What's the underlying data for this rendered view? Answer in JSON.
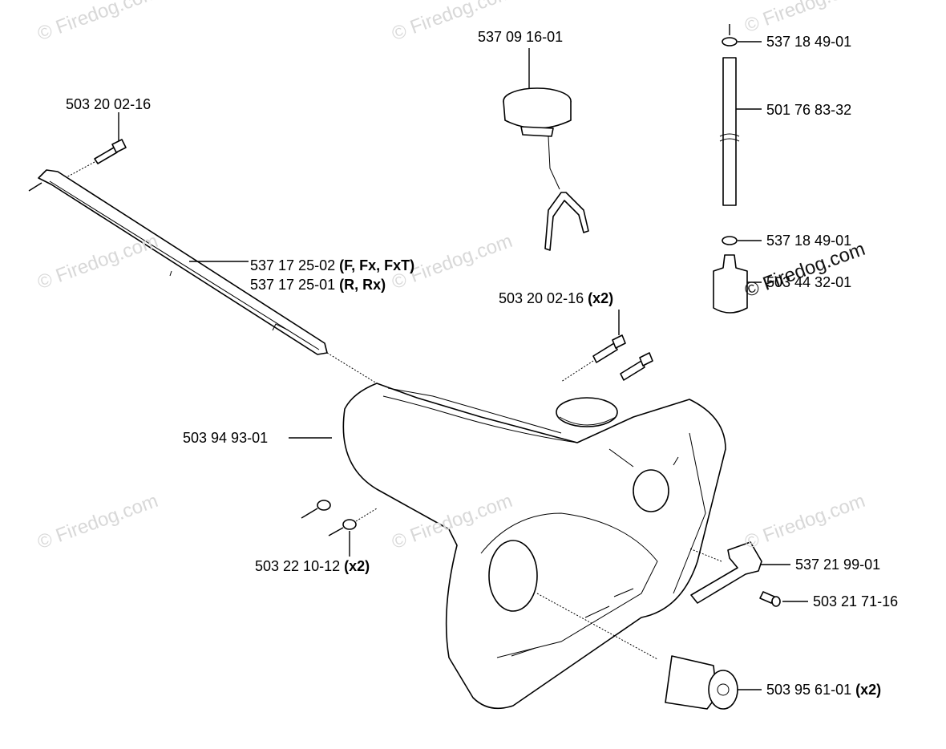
{
  "watermark": "© Firedog.com",
  "parts": {
    "p1": {
      "number": "503 20 02-16",
      "qty": ""
    },
    "p2": {
      "number": "537 17 25-02",
      "qty": "(F, Fx, FxT)"
    },
    "p3": {
      "number": "537 17 25-01",
      "qty": " (R, Rx)"
    },
    "p4": {
      "number": "537 09 16-01",
      "qty": ""
    },
    "p5": {
      "number": "503 20 02-16",
      "qty": "(x2)"
    },
    "p6": {
      "number": "537 18 49-01",
      "qty": ""
    },
    "p7": {
      "number": "501 76 83-32",
      "qty": ""
    },
    "p8": {
      "number": "537 18 49-01",
      "qty": ""
    },
    "p9": {
      "number": "503 44 32-01",
      "qty": ""
    },
    "p10": {
      "number": "503 94 93-01",
      "qty": ""
    },
    "p11": {
      "number": "503 22 10-12",
      "qty": "(x2)"
    },
    "p12": {
      "number": "537 21 99-01",
      "qty": ""
    },
    "p13": {
      "number": "503 21 71-16",
      "qty": ""
    },
    "p14": {
      "number": "503 95 61-01",
      "qty": "(x2)"
    }
  }
}
